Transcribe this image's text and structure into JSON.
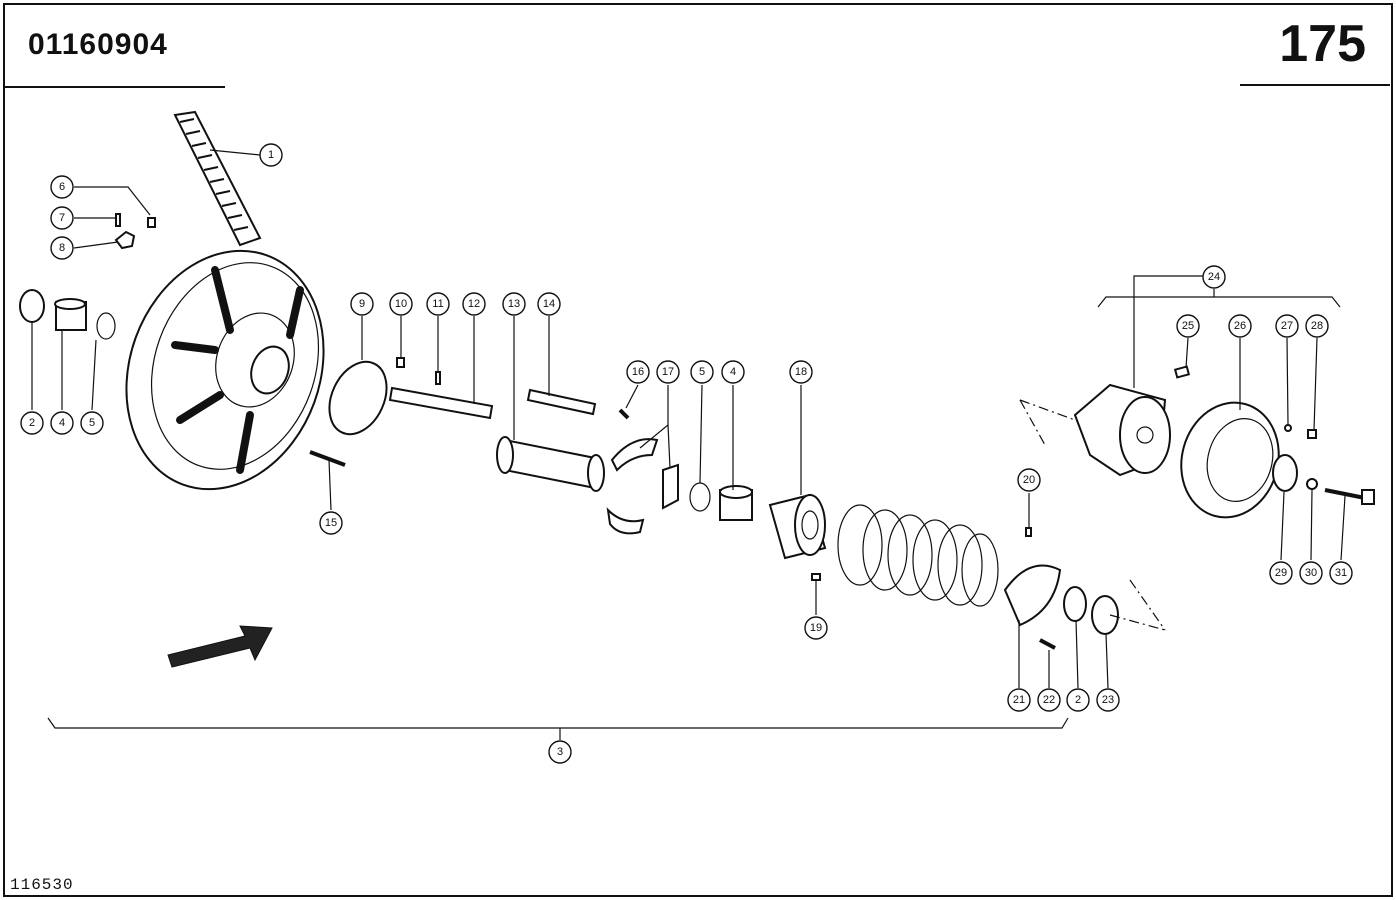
{
  "header": {
    "document_number": "01160904",
    "page_number": "175"
  },
  "footer": {
    "figure_id": "116530"
  },
  "callouts": [
    {
      "id": "c1",
      "label": "1"
    },
    {
      "id": "c2a",
      "label": "2"
    },
    {
      "id": "c4a",
      "label": "4"
    },
    {
      "id": "c5a",
      "label": "5"
    },
    {
      "id": "c6",
      "label": "6"
    },
    {
      "id": "c7",
      "label": "7"
    },
    {
      "id": "c8",
      "label": "8"
    },
    {
      "id": "c9",
      "label": "9"
    },
    {
      "id": "c10",
      "label": "10"
    },
    {
      "id": "c11",
      "label": "11"
    },
    {
      "id": "c12",
      "label": "12"
    },
    {
      "id": "c13",
      "label": "13"
    },
    {
      "id": "c14",
      "label": "14"
    },
    {
      "id": "c15",
      "label": "15"
    },
    {
      "id": "c16",
      "label": "16"
    },
    {
      "id": "c17",
      "label": "17"
    },
    {
      "id": "c5b",
      "label": "5"
    },
    {
      "id": "c4b",
      "label": "4"
    },
    {
      "id": "c18",
      "label": "18"
    },
    {
      "id": "c19",
      "label": "19"
    },
    {
      "id": "c20",
      "label": "20"
    },
    {
      "id": "c21",
      "label": "21"
    },
    {
      "id": "c22",
      "label": "22"
    },
    {
      "id": "c2b",
      "label": "2"
    },
    {
      "id": "c23",
      "label": "23"
    },
    {
      "id": "c24",
      "label": "24"
    },
    {
      "id": "c25",
      "label": "25"
    },
    {
      "id": "c26",
      "label": "26"
    },
    {
      "id": "c27",
      "label": "27"
    },
    {
      "id": "c28",
      "label": "28"
    },
    {
      "id": "c29",
      "label": "29"
    },
    {
      "id": "c30",
      "label": "30"
    },
    {
      "id": "c31",
      "label": "31"
    },
    {
      "id": "c3",
      "label": "3"
    }
  ]
}
